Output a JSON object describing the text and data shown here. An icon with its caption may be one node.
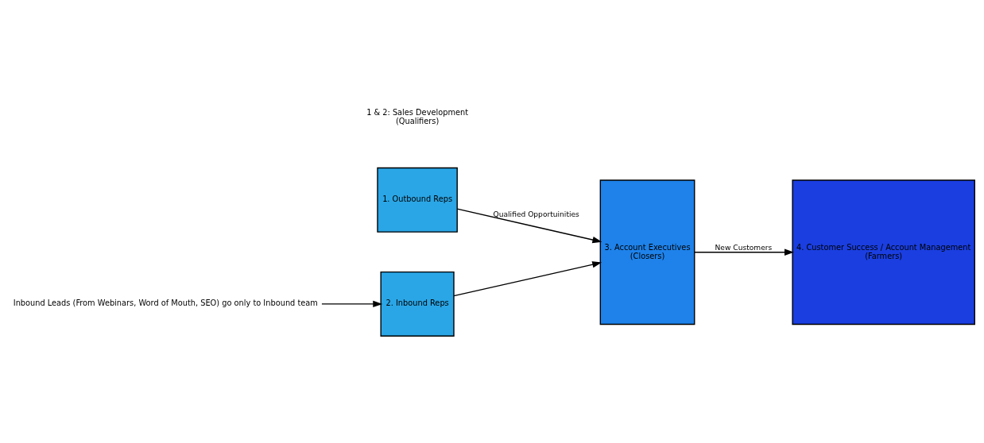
{
  "diagram": {
    "nodes": [
      {
        "text": [
          "Inbound Leads (From Webinars, Word of Mouth, SEO) go only to Inbound team"
        ]
      },
      {
        "text": [
          "1. Outbound Reps"
        ]
      },
      {
        "text": [
          "2. Inbound Reps"
        ]
      },
      {
        "text": [
          "3. Account Executives",
          "(Closers)"
        ]
      },
      {
        "text": [
          "4. Customer Success / Account Management",
          "(Farmers)"
        ]
      }
    ],
    "edges": [
      {
        "from": 0,
        "to": 2,
        "arrow": "to"
      },
      {
        "from": 1,
        "to": 3,
        "arrow": "to",
        "label": "Qualified Opportuinities"
      },
      {
        "from": 2,
        "to": 3,
        "arrow": "to"
      },
      {
        "from": 3,
        "to": 4,
        "arrow": "to",
        "label": "New Customers"
      }
    ],
    "labels": [
      "1 & 2: Sales Development",
      "(Qualifiers)"
    ]
  }
}
